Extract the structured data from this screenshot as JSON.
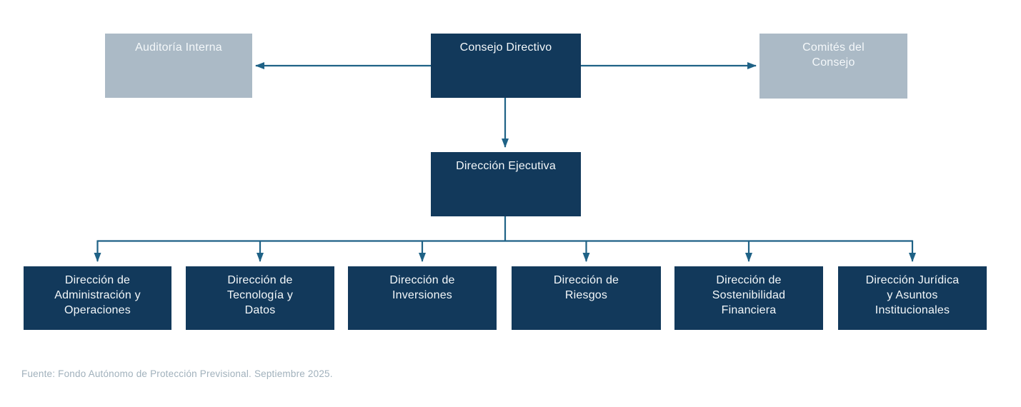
{
  "palette": {
    "node_primary": "#12395B",
    "node_secondary": "#ABBAC6",
    "connector": "#1F6286",
    "node_text": "#F4F8FA",
    "source_text": "#A1B1BC",
    "background": "#FFFFFF"
  },
  "org": {
    "auditoria": "Auditoría Interna",
    "consejo": "Consejo Directivo",
    "comites": "Comités del\nConsejo",
    "ejecutiva": "Dirección Ejecutiva",
    "directions": [
      "Dirección de\nAdministración y\nOperaciones",
      "Dirección de\nTecnología y\nDatos",
      "Dirección de\nInversiones",
      "Dirección de\nRiesgos",
      "Dirección de\nSostenibilidad\nFinanciera",
      "Dirección Jurídica\ny Asuntos\nInstitucionales"
    ]
  },
  "footer": {
    "source": "Fuente: Fondo Autónomo de Protección Previsional. Septiembre 2025."
  }
}
